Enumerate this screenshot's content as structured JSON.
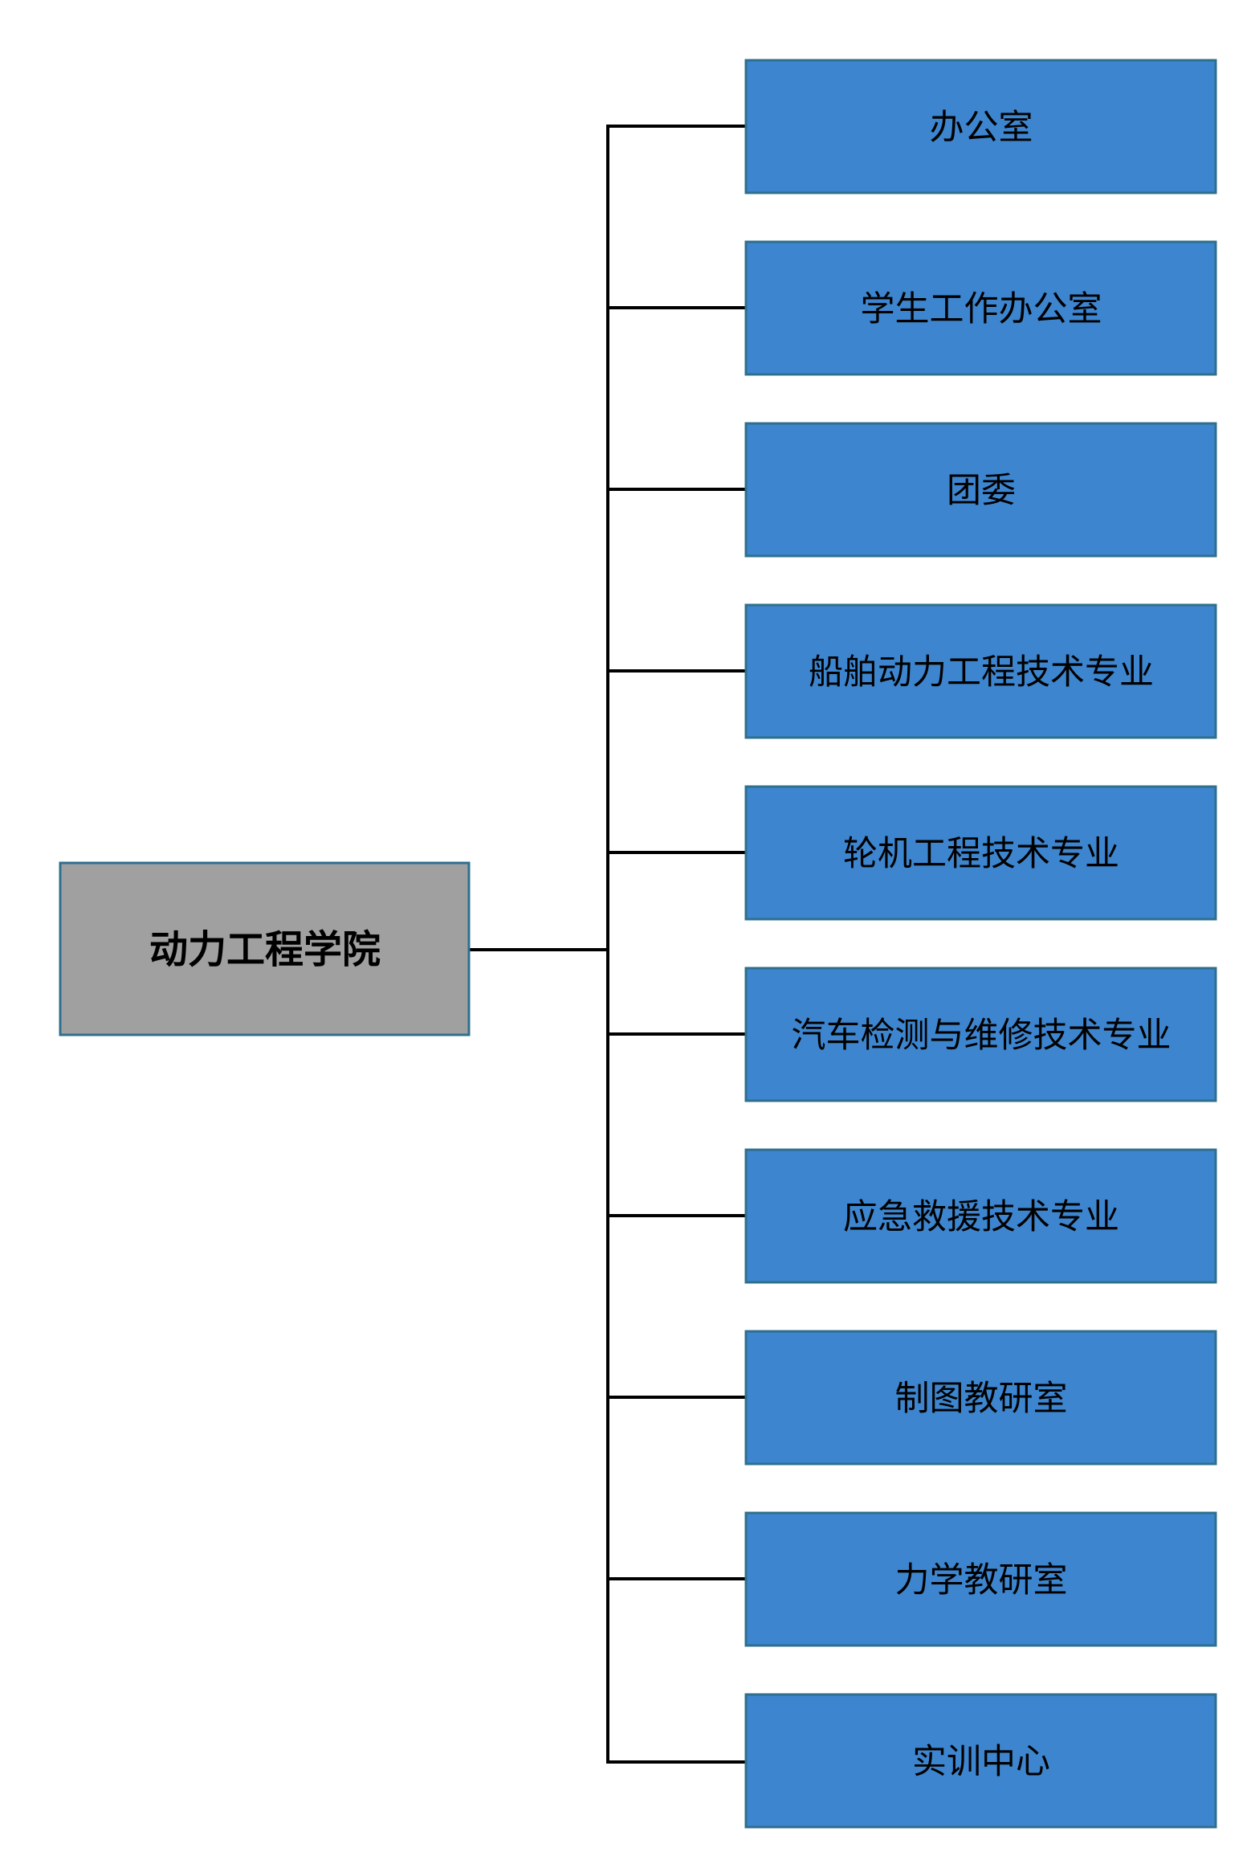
{
  "root": {
    "label": "动力工程学院"
  },
  "departments": [
    {
      "label": "办公室"
    },
    {
      "label": "学生工作办公室"
    },
    {
      "label": "团委"
    },
    {
      "label": "船舶动力工程技术专业"
    },
    {
      "label": "轮机工程技术专业"
    },
    {
      "label": "汽车检测与维修技术专业"
    },
    {
      "label": "应急救援技术专业"
    },
    {
      "label": "制图教研室"
    },
    {
      "label": "力学教研室"
    },
    {
      "label": "实训中心"
    }
  ],
  "colors": {
    "root_fill": "#a0a0a0",
    "department_fill": "#3d85ce",
    "box_border": "#2e6f8e",
    "connector": "#000000"
  }
}
